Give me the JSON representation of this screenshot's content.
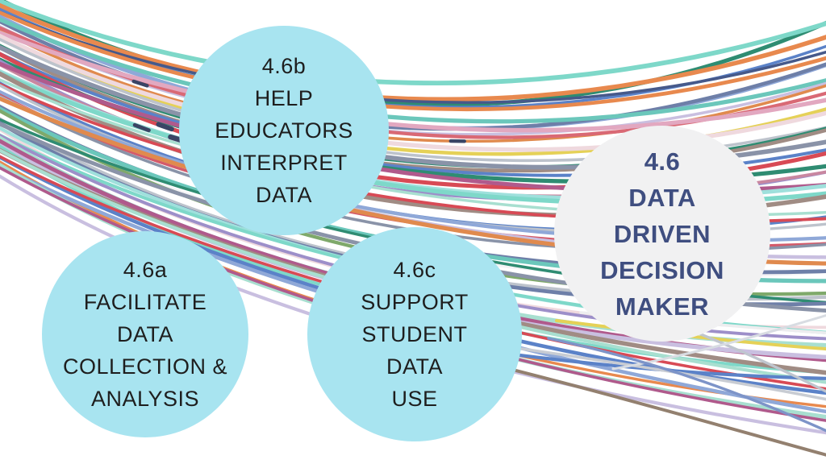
{
  "slide": {
    "bubbles": [
      {
        "id": "4.6a",
        "lines": [
          "4.6a",
          "FACILITATE",
          "DATA",
          "COLLECTION &",
          "ANALYSIS"
        ]
      },
      {
        "id": "4.6b",
        "lines": [
          "4.6b",
          "HELP",
          "EDUCATORS",
          "INTERPRET",
          "DATA"
        ]
      },
      {
        "id": "4.6c",
        "lines": [
          "4.6c",
          "SUPPORT",
          "STUDENT",
          "DATA",
          "USE"
        ]
      },
      {
        "id": "4.6",
        "lines": [
          "4.6",
          "DATA",
          "DRIVEN",
          "DECISION",
          "MAKER"
        ]
      }
    ],
    "colors": {
      "background": "#FFFFFF",
      "bubble_blue": "#A8E4F0",
      "bubble_gray": "#F1F1F2",
      "bubble_text_dark": "#1E1E1E",
      "bubble_text_navy": "#3F4E80",
      "wire_mark": "#3A4565"
    },
    "background_wires": {
      "palette": [
        "#E8894E",
        "#7ED8C9",
        "#2F8C72",
        "#F4F4F6",
        "#D96975",
        "#8FA8D8",
        "#9D8FC9",
        "#A08C84",
        "#E2A8C0",
        "#6E7FA8",
        "#D45A6A",
        "#A8DFD0",
        "#C987A0",
        "#E5D157",
        "#8A93A8",
        "#6BC7BB",
        "#B05A8C",
        "#5B82C8",
        "#7FA96B",
        "#EFD9DE",
        "#46598A",
        "#C9BFE0",
        "#D84A55",
        "#9FE0DC",
        "#E08A4E",
        "#BDC3CC"
      ],
      "loose_wire_colors": [
        "#5B82C8",
        "#93806F",
        "#C8CCD3",
        "#E5D157",
        "#EDEDEF",
        "#BFC5CE",
        "#D8DCE2",
        "#7D94C8"
      ]
    }
  }
}
